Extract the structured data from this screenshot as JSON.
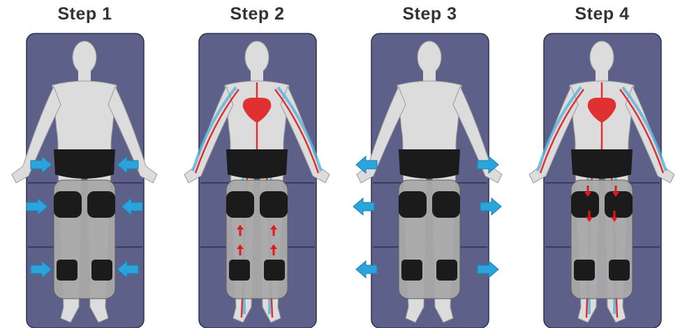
{
  "steps": [
    {
      "title": "Step 1",
      "circulation": false,
      "arrows": "inward"
    },
    {
      "title": "Step 2",
      "circulation": true,
      "arrows": "flow-up"
    },
    {
      "title": "Step 3",
      "circulation": false,
      "arrows": "outward"
    },
    {
      "title": "Step 4",
      "circulation": true,
      "arrows": "flow-down"
    }
  ],
  "colors": {
    "mat": "#5d6189",
    "mat_edge": "#2d3150",
    "skin": "#dcdcdc",
    "cuff": "#1b1b1b",
    "cuff_shell": "#a9a9a9",
    "push_arrow": "#2aa4db",
    "flow_arrow": "#e01b1b",
    "artery": "#e03030",
    "vein": "#56b3e0"
  }
}
